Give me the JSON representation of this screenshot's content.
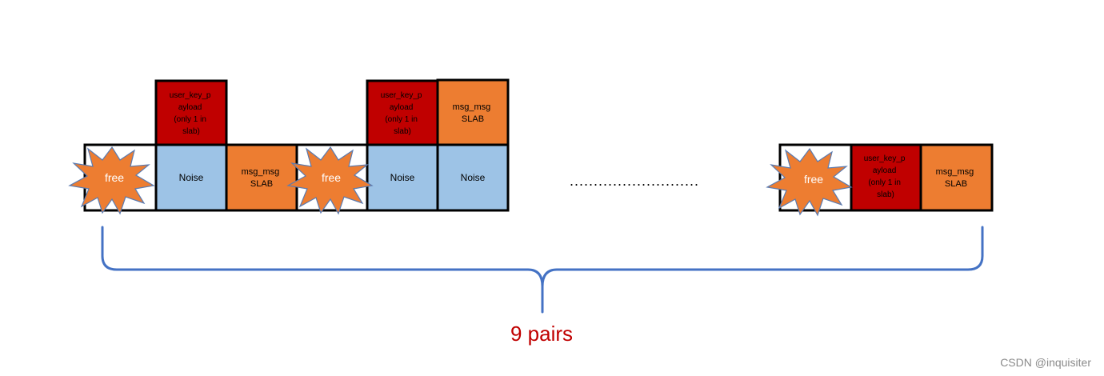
{
  "colors": {
    "red": "#c00000",
    "orange": "#ed7d31",
    "blue": "#9dc3e6",
    "border": "#000000",
    "brace": "#4472c4",
    "label": "#c00000"
  },
  "blocks": {
    "user_key_payload": [
      "user_key_p",
      "ayload",
      "(only 1 in",
      "slab)"
    ],
    "msg_msg_slab": [
      "msg_msg",
      "SLAB"
    ],
    "noise": "Noise",
    "free": "free"
  },
  "ellipsis": "...........................",
  "brace_label": "9 pairs",
  "watermark": "CSDN @inquisiter"
}
